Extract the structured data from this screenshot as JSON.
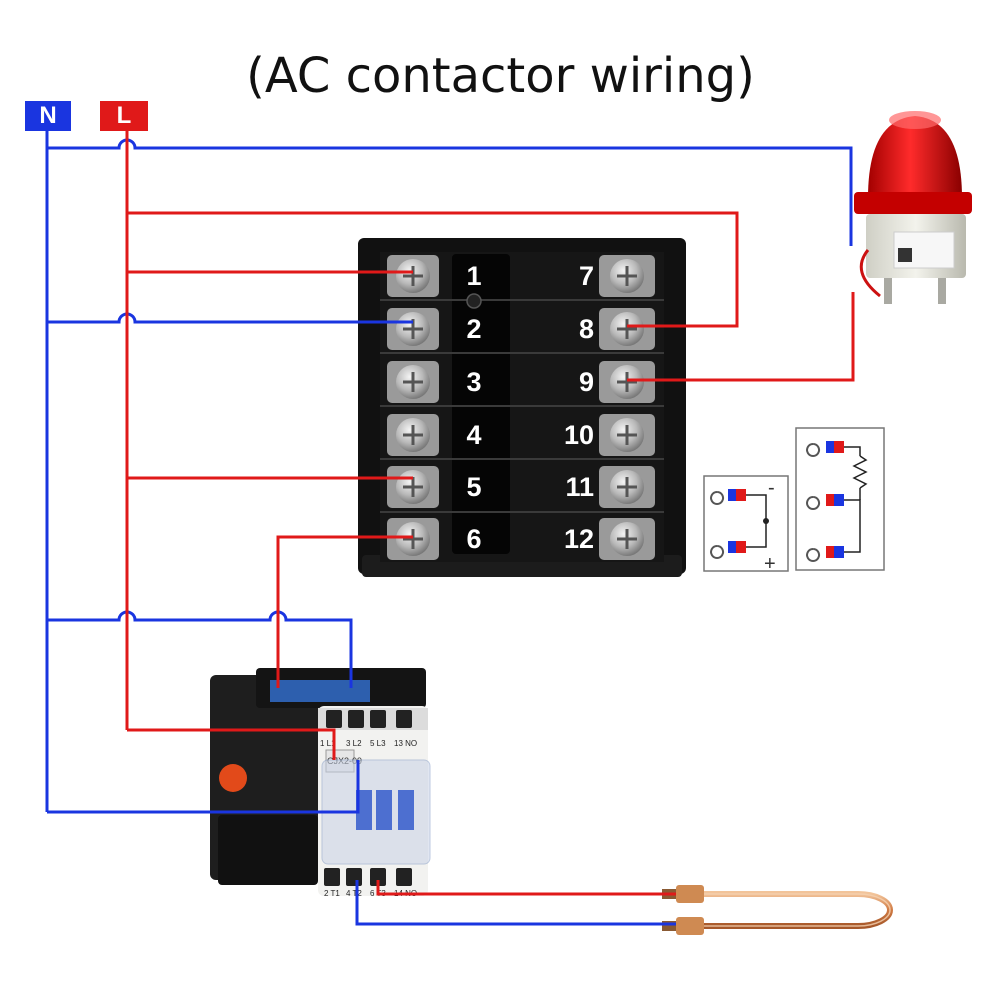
{
  "title": "(AC contactor wiring)",
  "labels": {
    "neutral": "N",
    "live": "L"
  },
  "terminals": {
    "left": [
      "1",
      "2",
      "3",
      "4",
      "5",
      "6"
    ],
    "right": [
      "7",
      "8",
      "9",
      "10",
      "11",
      "12"
    ]
  },
  "contactor": {
    "model": "CJX2-09",
    "top_terminals": [
      "1 L1",
      "3 L2",
      "5 L3",
      "13 NO"
    ],
    "bottom_terminals": [
      "2 T1",
      "4 T2",
      "6 T3",
      "14 NO"
    ]
  },
  "sensor_symbols": {
    "polarity_minus": "-",
    "polarity_plus": "+"
  },
  "colors": {
    "live": "#e01919",
    "neutral": "#1a35e0",
    "panel": "#0d0d0d",
    "copper": "#d9915e"
  }
}
